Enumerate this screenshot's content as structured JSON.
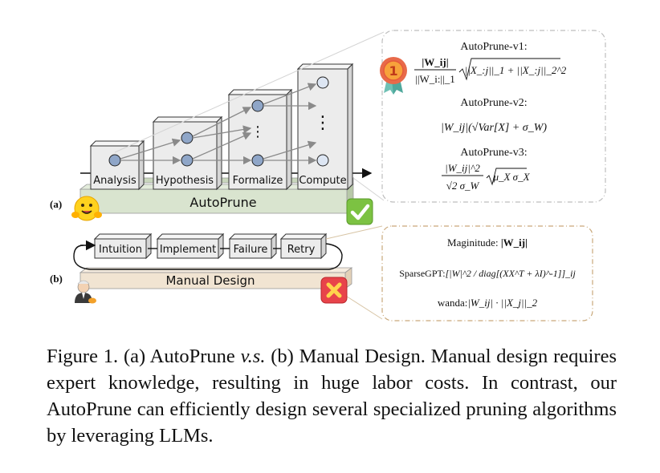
{
  "figure": {
    "panel_a_tag": "(a)",
    "panel_b_tag": "(b)",
    "autoprune": {
      "platform_label": "AutoPrune",
      "stages": [
        "Analysis",
        "Hypothesis",
        "Formalize",
        "Compute"
      ]
    },
    "manual": {
      "platform_label": "Manual Design",
      "stages": [
        "Intuition",
        "Implement",
        "Failure",
        "Retry"
      ]
    },
    "icons": {
      "autoprune_avatar": "hugging-face-emoji-icon",
      "manual_avatar": "scientist-person-icon",
      "success": "green-check-icon",
      "failure": "red-cross-icon",
      "medal": "first-place-medal-icon",
      "medal_text": "1"
    },
    "autoprune_box": {
      "v1_title": "AutoPrune-v1:",
      "v1_formula_num": "|W_ij|",
      "v1_formula_den": "||W_i:||_1",
      "v1_formula_sqrt": "||X_:j||_1 + ||X_:j||_2^2",
      "v2_title": "AutoPrune-v2:",
      "v2_formula": "|W_ij|(√Var[X] + σ_W)",
      "v3_title": "AutoPrune-v3:",
      "v3_formula_num": "|W_ij|^2",
      "v3_formula_den": "√2 σ_W",
      "v3_formula_sqrt": "μ_X σ_X"
    },
    "manual_box": {
      "magnitude_prefix": "Maginitude: ",
      "magnitude_formula": "|W_ij|",
      "sparsegpt_prefix": "SparseGPT:",
      "sparsegpt_formula": "[|W|^2 / diag[(XX^T + λI)^-1]]_ij",
      "wanda_prefix": "wanda:",
      "wanda_formula": "|W_ij| · ||X_j||_2"
    },
    "colors": {
      "autoprune_platform": "#d9e4cf",
      "manual_platform": "#f1e4d2",
      "block_fill": "#ececec",
      "node_fill": "#8fa6c8",
      "node_fill_light": "#dde6f3",
      "dashed_border": "#bdbdbd",
      "manual_dashed_border": "#c9a87a",
      "check_green": "#7cc242",
      "cross_red": "#e8434a"
    }
  },
  "caption": {
    "label": "Figure 1.",
    "part1": " (a) AutoPrune ",
    "versus": "v.s.",
    "part2": " (b) Manual Design. Manual design requires expert knowledge, resulting in huge labor costs. In contrast, our AutoPrune can efficiently design several specialized pruning algorithms by leveraging LLMs."
  }
}
